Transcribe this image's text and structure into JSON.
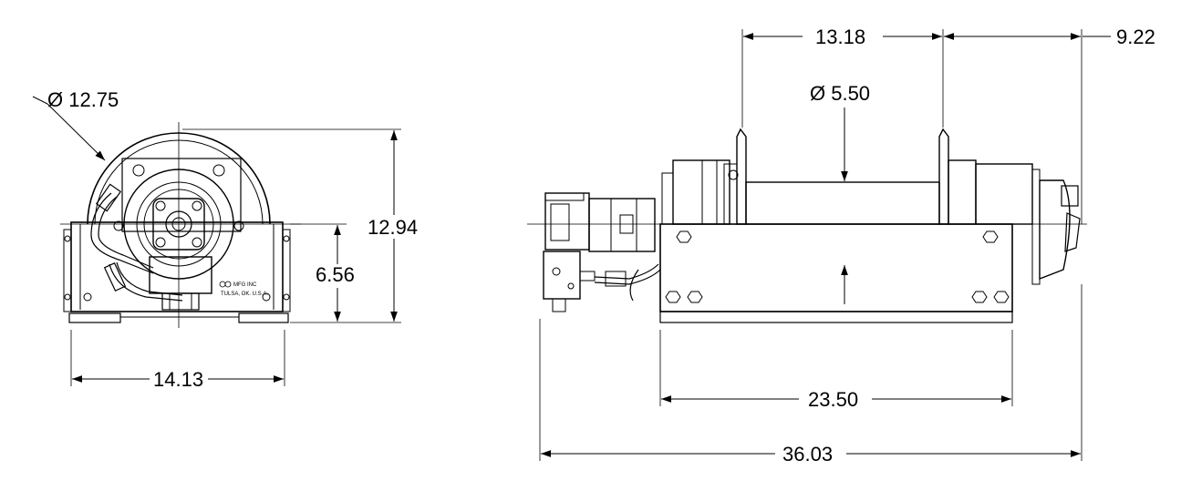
{
  "dimensions": {
    "end_flange_diameter": "Ø 12.75",
    "end_height": "12.94",
    "end_centerline_height": "6.56",
    "end_width": "14.13",
    "drum_length": "13.18",
    "outboard_length": "9.22",
    "drum_diameter": "Ø 5.50",
    "base_length": "23.50",
    "overall_length": "36.03"
  },
  "logo": {
    "line1": "MFG INC",
    "line2": "TULSA, OK. U.S.A."
  }
}
